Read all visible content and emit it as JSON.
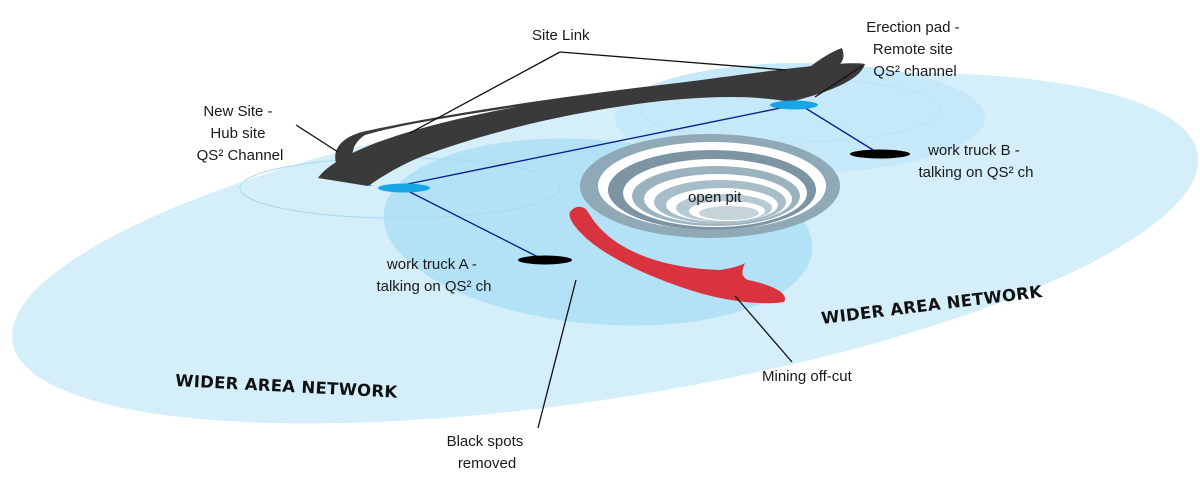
{
  "labels": {
    "site_link": "Site Link",
    "erection_pad": [
      "Erection pad -",
      "Remote site",
      "QS² channel"
    ],
    "new_site": [
      "New Site -",
      "Hub site",
      "QS² Channel"
    ],
    "truck_b": [
      "work truck B -",
      "talking on QS² ch"
    ],
    "truck_a": [
      "work truck A -",
      "talking on QS² ch"
    ],
    "open_pit": "open pit",
    "mining_offcut": "Mining off-cut",
    "black_spots": [
      "Black spots",
      "removed"
    ],
    "wider_area_left": "WIDER AREA NETWORK",
    "wider_area_right": "WIDER AREA NETWORK"
  },
  "colors": {
    "coverage_outer": "#d4eefa",
    "coverage_inner": "#b3e2f7",
    "site_link": "#3a3a3a",
    "radio_link": "#0f1f8a",
    "site_marker": "#16a6e6",
    "truck": "#000000",
    "pit_outer": "#8fa9b7",
    "offcut": "#d93340"
  }
}
